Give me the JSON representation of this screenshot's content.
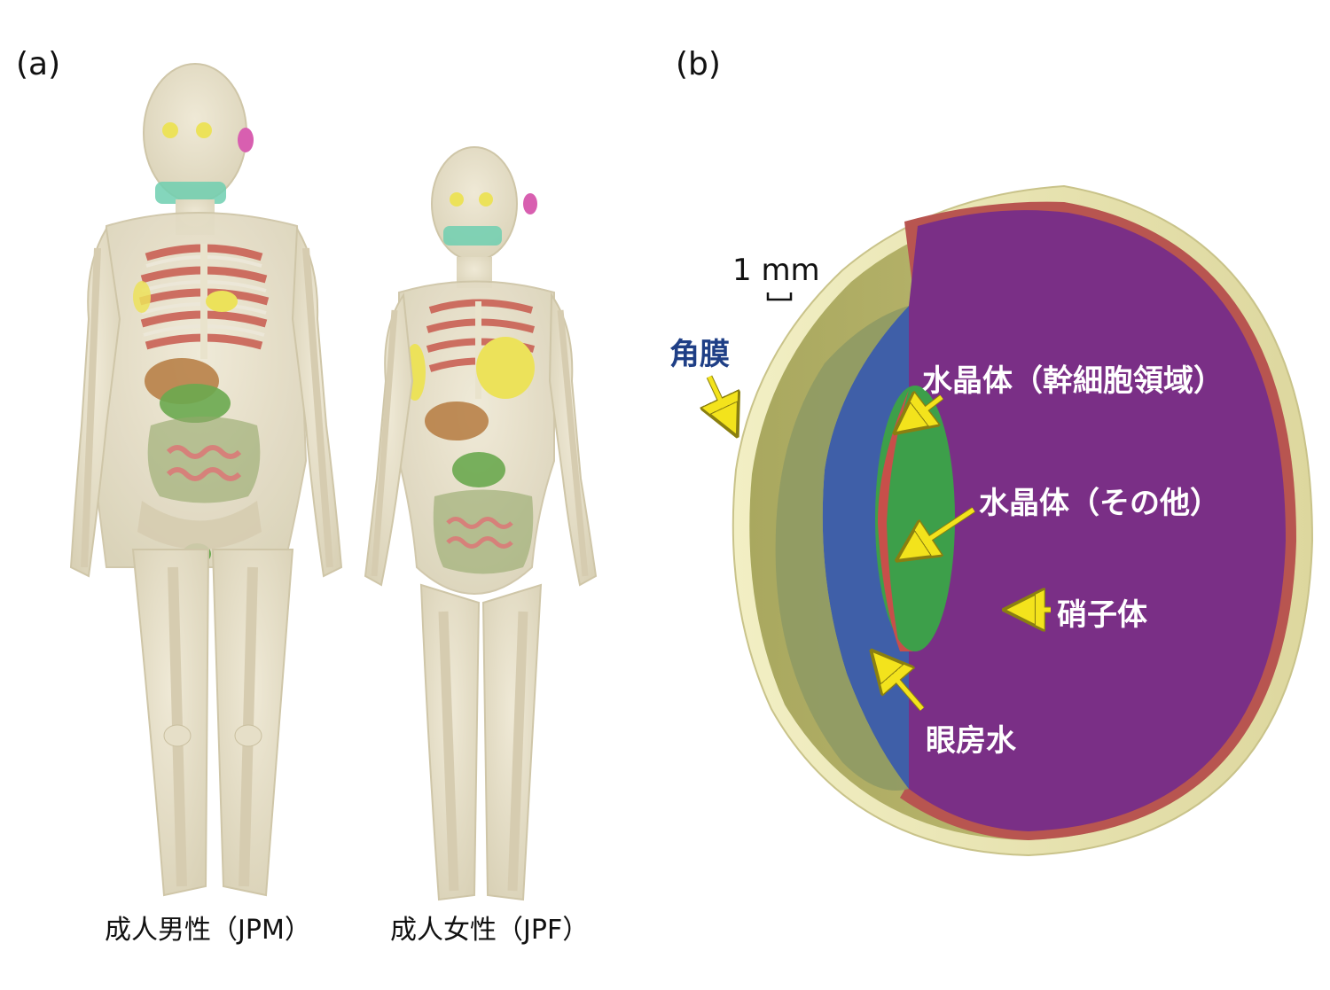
{
  "panels": {
    "a": {
      "label": "(a)",
      "captions": [
        "成人男性（JPM）",
        "成人女性（JPF）"
      ]
    },
    "b": {
      "label": "(b)",
      "scale": "1 mm",
      "labels": {
        "cornea": "角膜",
        "lens_stem": "水晶体（幹細胞領域）",
        "lens_other": "水晶体（その他）",
        "vitreous": "硝子体",
        "aqueous": "眼房水"
      }
    }
  },
  "colors": {
    "body": "#e6dfc8",
    "bone": "#d6ccb0",
    "muscle": "#c85a4e",
    "organ_green": "#6aa84f",
    "eye_yellow": "#ece25a",
    "vitreous": "#7a2f86",
    "aqueous": "#3f5fa8",
    "lens": "#3d9f4a",
    "cornea_shell": "#e9e4b2",
    "arrow": "#f3e31c"
  }
}
